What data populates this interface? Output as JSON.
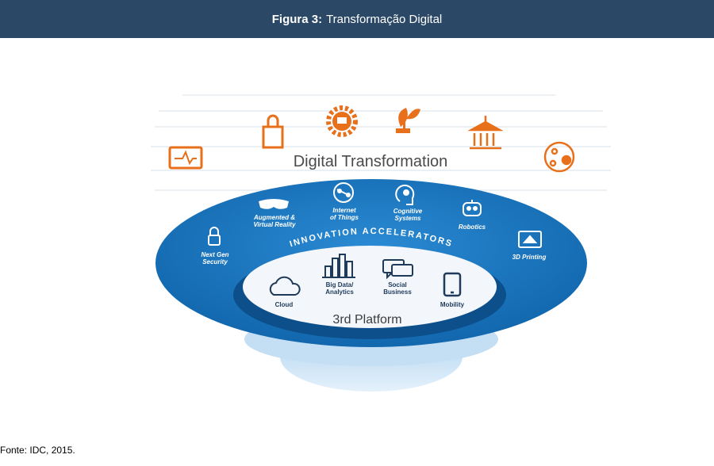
{
  "header": {
    "figure_label": "Figura 3:",
    "title": "Transformação Digital"
  },
  "diagram": {
    "main_title": "Digital Transformation",
    "ring_label": "INNOVATION ACCELERATORS",
    "core_label": "3rd Platform",
    "accelerators": [
      {
        "line1": "Next Gen",
        "line2": "Security",
        "icon": "lock-icon"
      },
      {
        "line1": "Augmented &",
        "line2": "Virtual Reality",
        "icon": "vr-headset-icon"
      },
      {
        "line1": "Internet",
        "line2": "of Things",
        "icon": "network-icon"
      },
      {
        "line1": "Cognitive",
        "line2": "Systems",
        "icon": "brain-icon"
      },
      {
        "line1": "Robotics",
        "line2": "",
        "icon": "robot-icon"
      },
      {
        "line1": "3D Printing",
        "line2": "",
        "icon": "printer-3d-icon"
      }
    ],
    "platform": [
      {
        "line1": "Cloud",
        "line2": "",
        "icon": "cloud-icon"
      },
      {
        "line1": "Big Data/",
        "line2": "Analytics",
        "icon": "bar-chart-icon"
      },
      {
        "line1": "Social",
        "line2": "Business",
        "icon": "chat-bubbles-icon"
      },
      {
        "line1": "Mobility",
        "line2": "",
        "icon": "smartphone-icon"
      }
    ],
    "industry_icons": [
      "health-monitor-icon",
      "shopping-bag-icon",
      "gear-people-icon",
      "plant-plug-icon",
      "government-building-icon",
      "finance-network-icon"
    ],
    "colors": {
      "orange": "#e8701a",
      "blue": "#1b75bc",
      "dark_blue": "#0d4f8b",
      "header": "#2b4966"
    }
  },
  "source": "Fonte: IDC, 2015."
}
